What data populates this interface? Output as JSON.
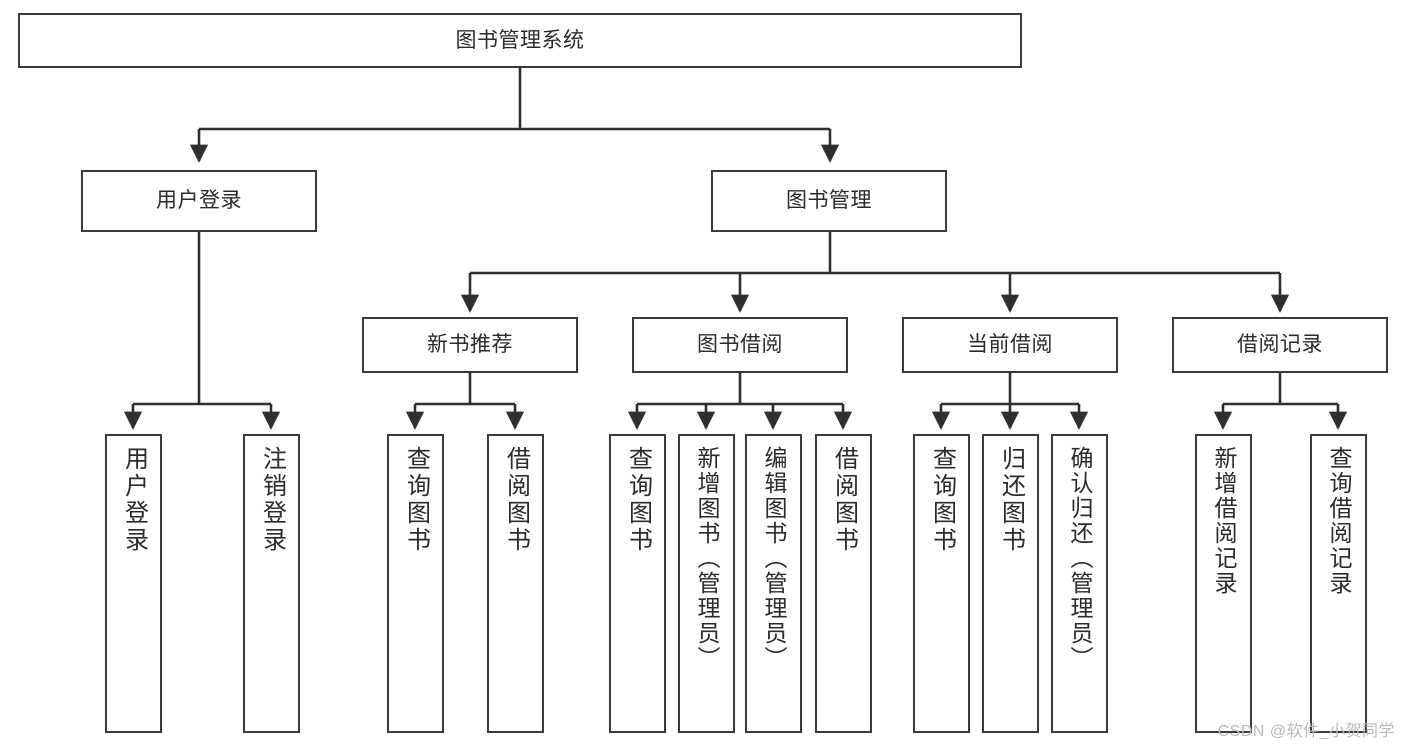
{
  "diagram": {
    "title": "图书管理系统",
    "type": "tree-hierarchy-diagram",
    "watermark": "CSDN @软件_小贺同学",
    "colors": {
      "box_border": "#3a3a3a",
      "box_fill": "#ffffff",
      "connector": "#2f2f2f",
      "text": "#2b2b2b",
      "watermark": "#b9b9b9"
    },
    "levels": {
      "root": {
        "label": "图书管理系统"
      },
      "level2": [
        {
          "id": "user-login",
          "label": "用户登录"
        },
        {
          "id": "book-management",
          "label": "图书管理"
        }
      ],
      "level3": [
        {
          "id": "new-book-recommend",
          "label": "新书推荐"
        },
        {
          "id": "book-borrow",
          "label": "图书借阅"
        },
        {
          "id": "current-borrow",
          "label": "当前借阅"
        },
        {
          "id": "borrow-record",
          "label": "借阅记录"
        }
      ],
      "leaves": {
        "user-login": [
          {
            "id": "leaf-user-login",
            "label": "用户登录"
          },
          {
            "id": "leaf-logout-login",
            "label": "注销登录"
          }
        ],
        "new-book-recommend": [
          {
            "id": "leaf-query-book-1",
            "label": "查询图书"
          },
          {
            "id": "leaf-borrow-book-1",
            "label": "借阅图书"
          }
        ],
        "book-borrow": [
          {
            "id": "leaf-query-book-2",
            "label": "查询图书"
          },
          {
            "id": "leaf-add-book-admin",
            "label": "新增图书（管理员）"
          },
          {
            "id": "leaf-edit-book-admin",
            "label": "编辑图书（管理员）"
          },
          {
            "id": "leaf-borrow-book-2",
            "label": "借阅图书"
          }
        ],
        "current-borrow": [
          {
            "id": "leaf-query-book-3",
            "label": "查询图书"
          },
          {
            "id": "leaf-return-book",
            "label": "归还图书"
          },
          {
            "id": "leaf-confirm-return-admin",
            "label": "确认归还（管理员）"
          }
        ],
        "borrow-record": [
          {
            "id": "leaf-add-borrow-record",
            "label": "新增借阅记录"
          },
          {
            "id": "leaf-query-borrow-record",
            "label": "查询借阅记录"
          }
        ]
      }
    }
  }
}
